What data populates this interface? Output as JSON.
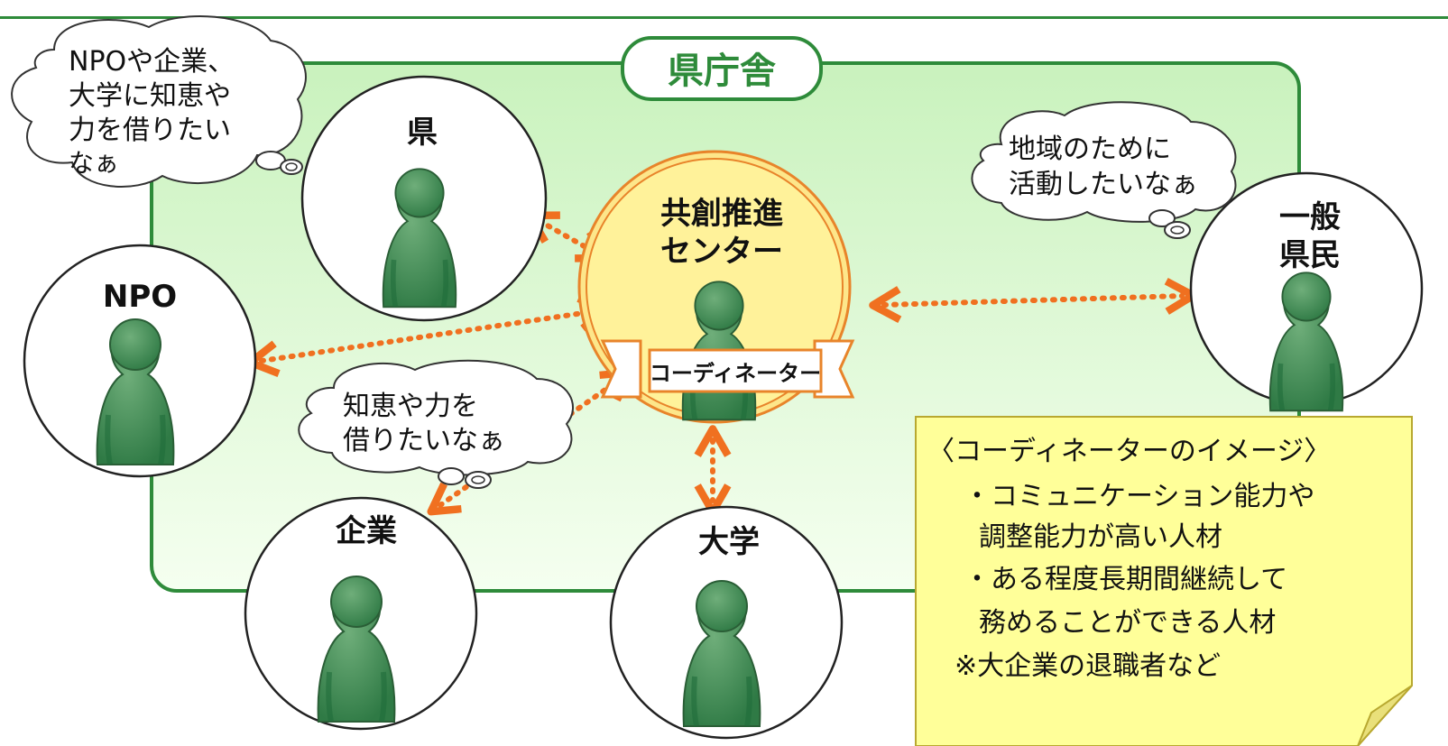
{
  "office": {
    "label": "県庁舎"
  },
  "center": {
    "title_line1": "共創推進",
    "title_line2": "センター",
    "ribbon": "コーディネーター"
  },
  "nodes": {
    "prefecture": "県",
    "npo": "NPO",
    "company": "企業",
    "university": "大学",
    "citizens_line1": "一般",
    "citizens_line2": "県民"
  },
  "bubbles": {
    "prefecture": [
      "NPOや企業、",
      "大学に知恵や",
      "力を借りたい",
      "なぁ"
    ],
    "citizens": [
      "地域のために",
      "活動したいなぁ"
    ],
    "npo": [
      "知恵や力を",
      "借りたいなぁ"
    ]
  },
  "note": {
    "title": "〈コーディネーターのイメージ〉",
    "lines": [
      "・コミュニケーション能力や",
      "調整能力が高い人材",
      "・ある程度長期間継続して",
      "務めることができる人材",
      "※大企業の退職者など"
    ]
  },
  "colors": {
    "frame": "#2e8b3a",
    "arrow": "#f07020",
    "person": "#3f8a52",
    "note_bg": "#ffff99",
    "center_fill": "#fff29a",
    "center_ring": "#e8842a"
  }
}
